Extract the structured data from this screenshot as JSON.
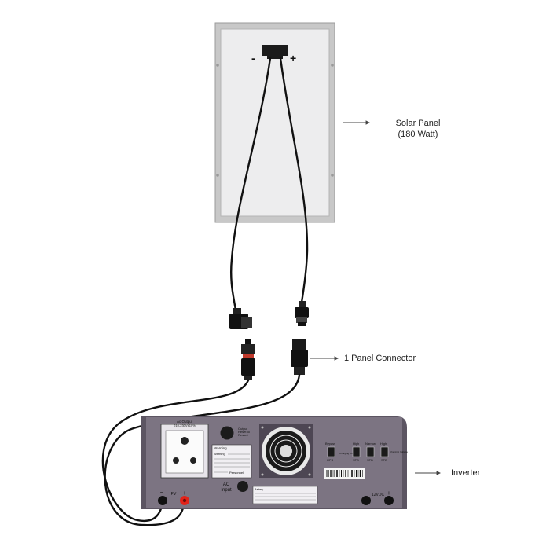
{
  "labels": {
    "solar_panel": "Solar Panel",
    "solar_watt": "(180 Watt)",
    "connector": "1 Panel Connector",
    "inverter": "Inverter"
  },
  "panel": {
    "neg_sign": "-",
    "pos_sign": "+"
  },
  "inverter": {
    "ac_output_title": "Ac Output",
    "ac_output_spec": "210-230V±10%",
    "output_reset_line1": "Output",
    "output_reset_line2": "Reset to",
    "output_reset_line3": "Resta t",
    "warning_title": "Warning",
    "warning_text": "Warning",
    "personnel_text": "Personnel",
    "ac_input_line1": "AC",
    "ac_input_line2": "Input",
    "battery_text": "Battery",
    "bypass_label": "Bypass",
    "ups_label": "UPS",
    "charging_current_label": "Charging Current",
    "high_label_1": "High",
    "std_label_1": "STD",
    "narrow_label": "Narrow",
    "std_label_2": "STD",
    "high_label_2": "High",
    "std_label_3": "STD",
    "charging_voltage_label": "Charging Voltage",
    "pv_label": "PV",
    "pv_neg": "−",
    "pv_pos": "+",
    "dc_label": "12VDC",
    "dc_neg": "−",
    "dc_pos": "+"
  },
  "colors": {
    "panel_frame": "#c9c9c9",
    "panel_face": "#e9e9ea",
    "inverter_body": "#5b5461",
    "inverter_front": "#7d7584",
    "cable": "#111111",
    "positive_red": "#e2231a"
  }
}
